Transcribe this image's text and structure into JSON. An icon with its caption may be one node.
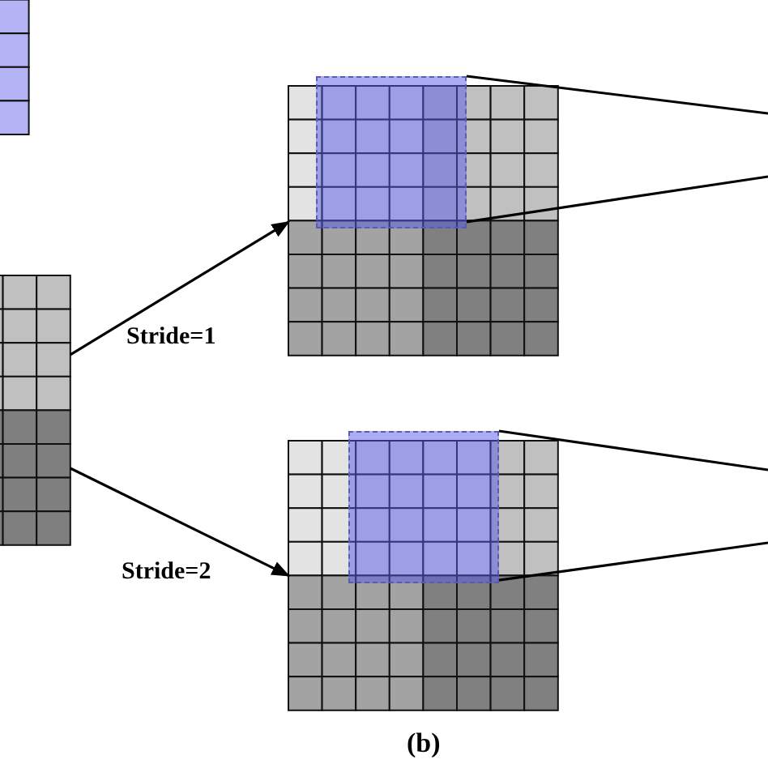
{
  "diagram": {
    "caption": "(b)",
    "nodes": [
      {
        "text": [],
        "shape": "grid"
      },
      {
        "text": [],
        "shape": "grid"
      },
      {
        "text": [],
        "shape": "grid"
      },
      {
        "text": [],
        "shape": "grid"
      },
      {
        "text": [],
        "shape": "box"
      },
      {
        "text": [],
        "shape": "box"
      }
    ],
    "edges": [
      {
        "from": 1,
        "to": 2,
        "arrow": "to",
        "label": "Stride=1"
      },
      {
        "from": 1,
        "to": 3,
        "arrow": "to",
        "label": "Stride=2"
      },
      {
        "from": 4,
        "to": null,
        "arrow": "none"
      },
      {
        "from": 4,
        "to": null,
        "arrow": "none"
      },
      {
        "from": 5,
        "to": null,
        "arrow": "none"
      },
      {
        "from": 5,
        "to": null,
        "arrow": "none"
      }
    ]
  }
}
